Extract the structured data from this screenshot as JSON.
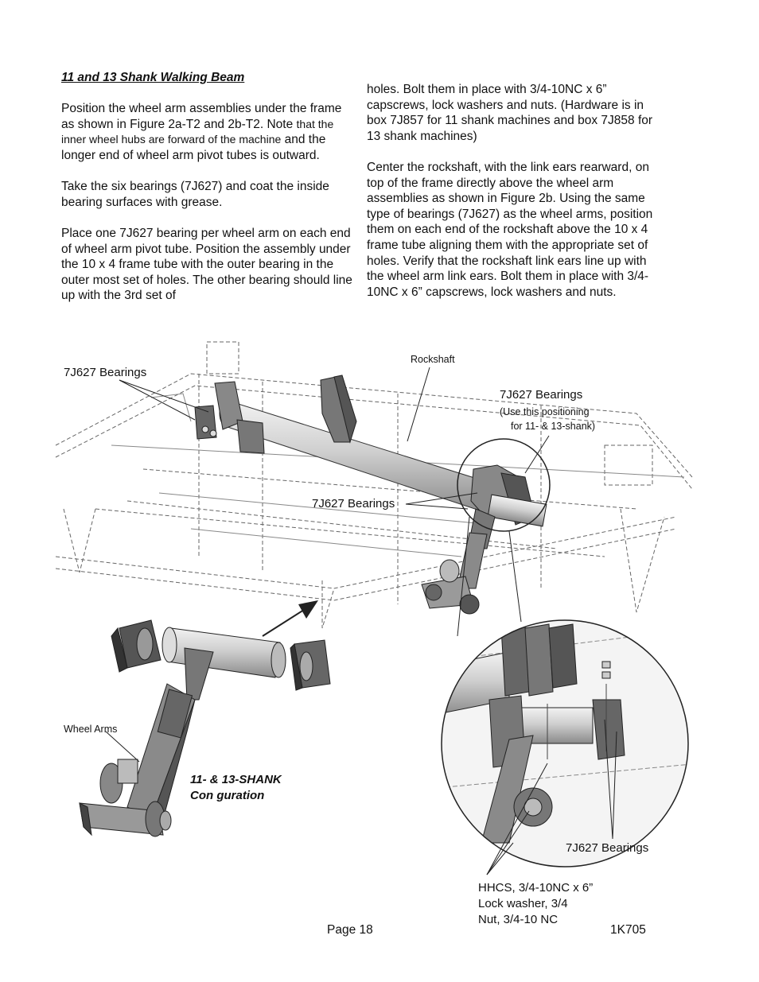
{
  "section": {
    "title": "11 and 13 Shank Walking Beam",
    "left_paragraphs": [
      "Position the wheel arm assemblies under the frame as shown in Figure 2a-T2 and 2b-T2. Note",
      "that the inner wheel hubs are forward of the machine",
      "and the longer end of wheel arm pivot tubes is outward.",
      "Take the six bearings (7J627) and coat the inside bearing surfaces with grease.",
      "Place one 7J627 bearing  per wheel arm on each end of wheel arm pivot tube. Position the assembly under the 10 x 4 frame tube with the outer bearing in the outer most set of holes.  The other bearing should line up with the 3rd set of"
    ],
    "right_paragraphs": [
      "holes. Bolt them in place with 3/4-10NC x 6” capscrews, lock washers and nuts. (Hardware is in box 7J857 for 11 shank machines and box 7J858 for 13 shank machines)",
      "Center the rockshaft, with the link ears rearward, on top of the frame directly above the wheel arm assemblies as shown in Figure 2b. Using the same type of bearings (7J627) as the wheel arms, position them on each end of the rockshaft above the 10 x 4 frame tube aligning them with the appropriate set of holes. Verify that the rockshaft link ears line up with the wheel arm link ears. Bolt them in place with 3/4-10NC x 6” capscrews, lock washers and nuts."
    ]
  },
  "figure": {
    "labels": {
      "bearings_top_left": "7J627 Bearings",
      "rockshaft": "Rockshaft",
      "bearings_top_right": "7J627 Bearings",
      "positioning_note_1": "(Use this positioning",
      "positioning_note_2": "for 11- & 13-shank)",
      "bearings_middle": "7J627 Bearings",
      "wheel_arms": "Wheel Arms",
      "config_title_1": "11- & 13-SHANK",
      "config_title_2": "Con  guration",
      "bearings_detail": "7J627 Bearings",
      "hardware_1": "HHCS, 3/4-10NC  x 6”",
      "hardware_2": "Lock washer, 3/4",
      "hardware_3": "Nut, 3/4-10 NC"
    }
  },
  "footer": {
    "page": "Page  18",
    "doc_code": "1K705"
  }
}
